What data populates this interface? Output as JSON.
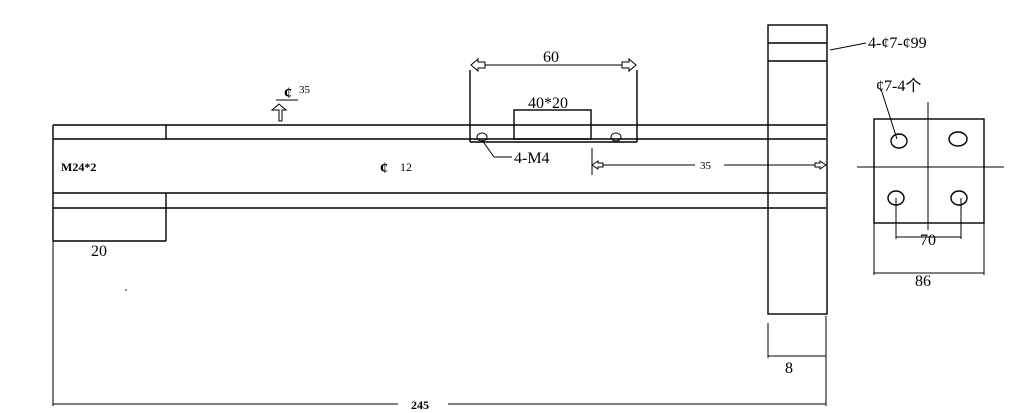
{
  "labels": {
    "shaft_dia_35": "35",
    "phi_symbol": "¢",
    "bore_dia_12": "12",
    "thread_spec": "M24*2",
    "slider_width": "60",
    "slider_size": "40*20",
    "slider_holes": "4-M4",
    "offset_35": "35",
    "flange_holes": "4-¢7-¢99",
    "hole_note": "¢7-4个",
    "hole_spacing": "70",
    "plate_width": "86",
    "thread_length": "20",
    "plate_thickness": "8",
    "total_length": "245"
  }
}
